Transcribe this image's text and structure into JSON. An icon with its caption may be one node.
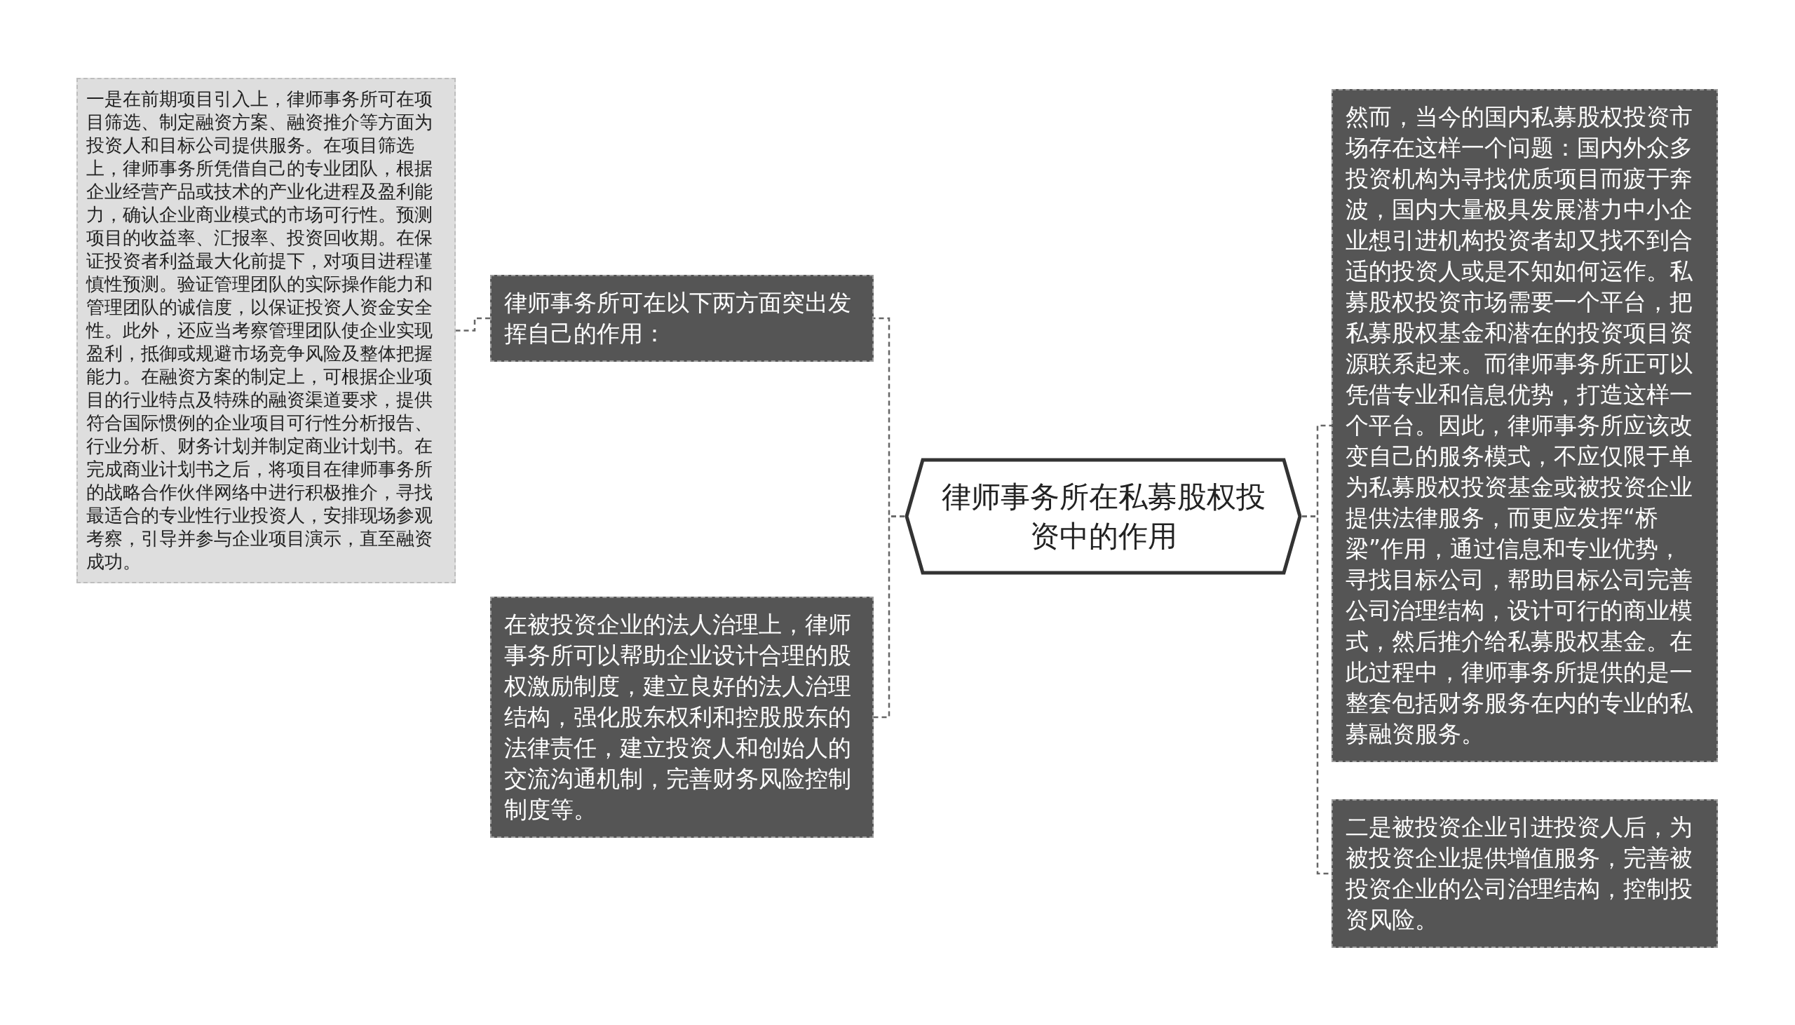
{
  "diagram": {
    "nodes": [
      {
        "text": [
          "律师事务所在私募股权投资中的作用"
        ]
      },
      {
        "text": [
          "律师事务所可在以下两方面突出发挥自己的作用："
        ]
      },
      {
        "text": [
          "一是在前期项目引入上，律师事务所可在项目筛选、制定融资方案、融资推介等方面为投资人和目标公司提供服务。在项目筛选上，律师事务所凭借自己的专业团队，根据企业经营产品或技术的产业化进程及盈利能力，确认企业商业模式的市场可行性。预测项目的收益率、汇报率、投资回收期。在保证投资者利益最大化前提下，对项目进程谨慎性预测。验证管理团队的实际操作能力和管理团队的诚信度，以保证投资人资金安全性。此外，还应当考察管理团队使企业实现盈利，抵御或规避市场竞争风险及整体把握能力。在融资方案的制定上，可根据企业项目的行业特点及特殊的融资渠道要求，提供符合国际惯例的企业项目可行性分析报告、行业分析、财务计划并制定商业计划书。在完成商业计划书之后，将项目在律师事务所的战略合作伙伴网络中进行积极推介，寻找最适合的专业性行业投资人，安排现场参观考察，引导并参与企业项目演示，直至融资成功。"
        ]
      },
      {
        "text": [
          "在被投资企业的法人治理上，律师事务所可以帮助企业设计合理的股权激励制度，建立良好的法人治理结构，强化股东权利和控股股东的法律责任，建立投资人和创始人的交流沟通机制，完善财务风险控制制度等。"
        ]
      },
      {
        "text": [
          "然而，当今的国内私募股权投资市场存在这样一个问题：国内外众多投资机构为寻找优质项目而疲于奔波，国内大量极具发展潜力中小企业想引进机构投资者却又找不到合适的投资人或是不知如何运作。私募股权投资市场需要一个平台，把私募股权基金和潜在的投资项目资源联系起来。而律师事务所正可以凭借专业和信息优势，打造这样一个平台。因此，律师事务所应该改变自己的服务模式，不应仅限于单为私募股权投资基金或被投资企业提供法律服务，而更应发挥“桥梁”作用，通过信息和专业优势，寻找目标公司，帮助目标公司完善公司治理结构，设计可行的商业模式，然后推介给私募股权基金。在此过程中，律师事务所提供的是一整套包括财务服务在内的专业的私募融资服务。"
        ]
      },
      {
        "text": [
          "二是被投资企业引进投资人后，为被投资企业提供增值服务，完善被投资企业的公司治理结构，控制投资风险。"
        ]
      }
    ],
    "edges": [
      {
        "from": 0,
        "to": 1,
        "arrow": "none"
      },
      {
        "from": 1,
        "to": 2,
        "arrow": "none"
      },
      {
        "from": 0,
        "to": 3,
        "arrow": "none"
      },
      {
        "from": 0,
        "to": 4,
        "arrow": "none"
      },
      {
        "from": 0,
        "to": 5,
        "arrow": "none"
      }
    ]
  }
}
